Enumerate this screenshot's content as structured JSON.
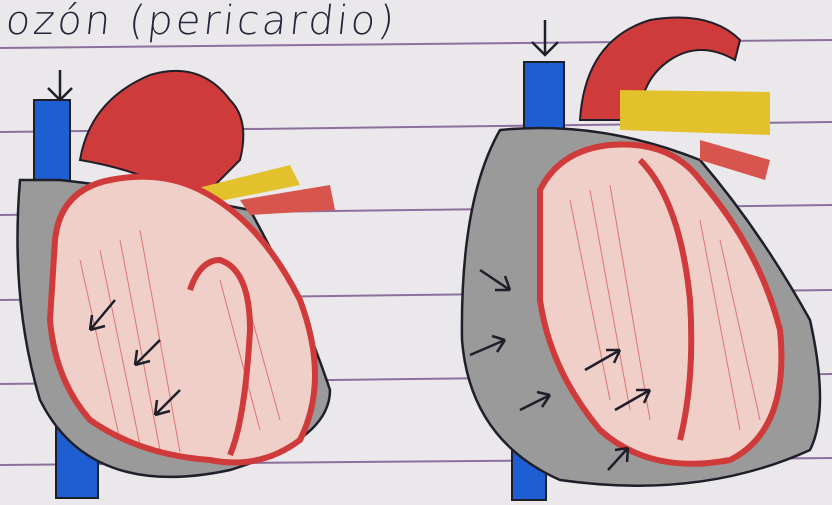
{
  "caption": {
    "text": "ozón (pericardio)"
  },
  "colors": {
    "paper": "#ebe8ec",
    "rule_line": "#7b5a8f",
    "muscle": "#cf3a3a",
    "pericardium": "#8b8b8b",
    "vein": "#1d5fd3",
    "nerve": "#e2c12d",
    "ink": "#1f1f2a"
  },
  "figures": [
    {
      "id": "heart-left",
      "description_icon": "heart-with-pericardium-icon"
    },
    {
      "id": "heart-right",
      "description_icon": "heart-with-pericardium-icon"
    }
  ]
}
